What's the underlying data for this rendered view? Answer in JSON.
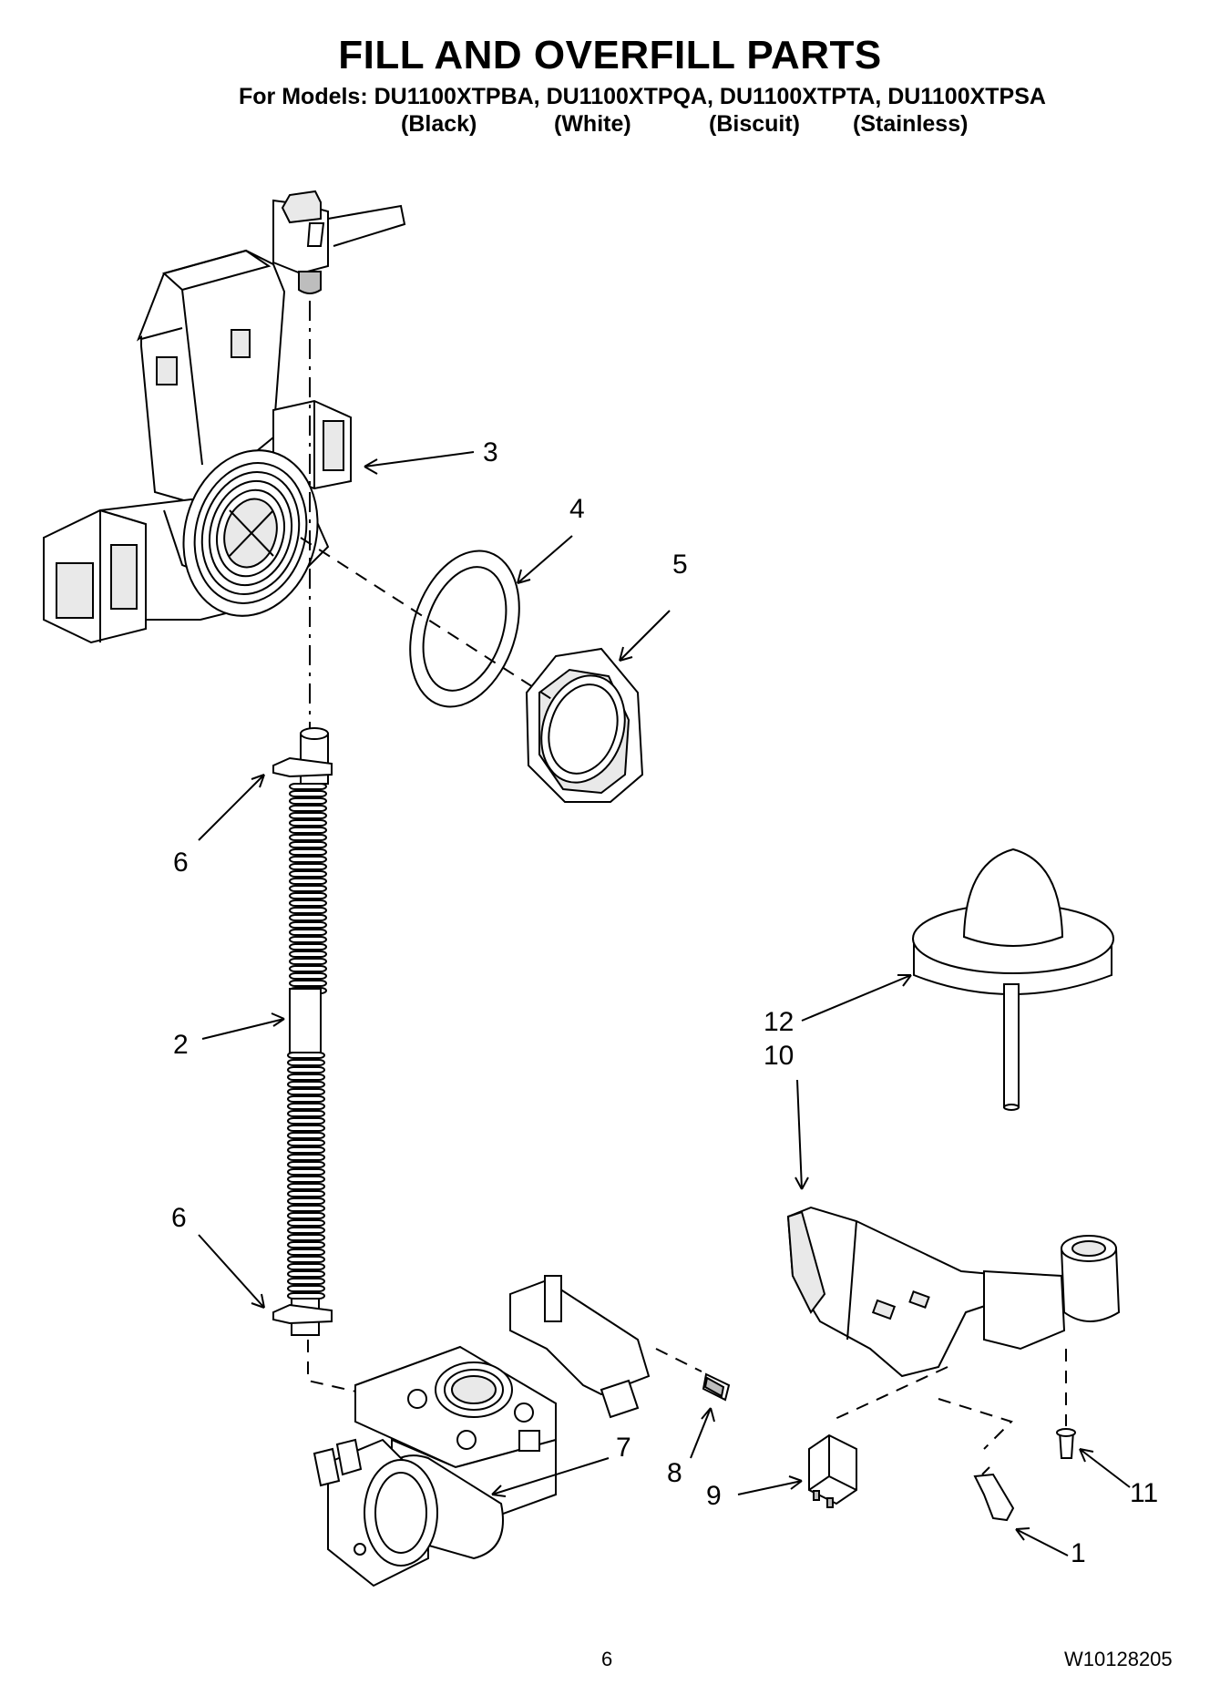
{
  "header": {
    "title": "FILL AND OVERFILL PARTS",
    "models_line": "For Models: DU1100XTPBA, DU1100XTPQA, DU1100XTPTA, DU1100XTPSA",
    "colors": [
      "(Black)",
      "(White)",
      "(Biscuit)",
      "(Stainless)"
    ]
  },
  "callouts": {
    "c1": "1",
    "c2": "2",
    "c3": "3",
    "c4": "4",
    "c5": "5",
    "c6a": "6",
    "c6b": "6",
    "c7": "7",
    "c8": "8",
    "c9": "9",
    "c10": "10",
    "c11": "11",
    "c12": "12"
  },
  "footer": {
    "page_number": "6",
    "document_number": "W10128205"
  }
}
